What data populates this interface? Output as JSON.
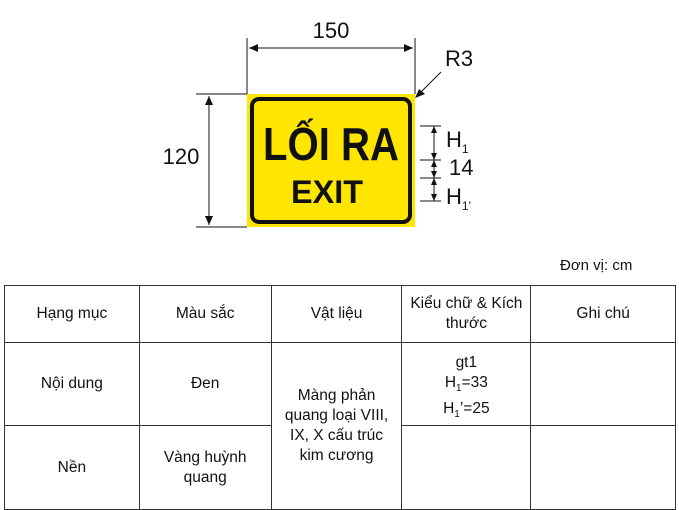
{
  "diagram": {
    "width_label": "150",
    "height_label": "120",
    "radius_label": "R3",
    "h1_label": "H",
    "h1_sub": "1",
    "gap_label": "14",
    "h1p_label": "H",
    "h1p_sub": "1'",
    "sign_line1": "LỐI RA",
    "sign_line2": "EXIT",
    "colors": {
      "background": "#FFE600",
      "border": "#111111",
      "text": "#111111"
    }
  },
  "unit_label": "Đơn vị: cm",
  "table": {
    "headers": [
      "Hạng mục",
      "Màu sắc",
      "Vật liệu",
      "Kiểu chữ & Kích thước",
      "Ghi chú"
    ],
    "rows": [
      {
        "item": "Nội dung",
        "color": "Đen",
        "font_line1": "gt1",
        "font_line2_main": "H",
        "font_line2_sub": "1",
        "font_line2_val": "=33",
        "font_line3_main": "H",
        "font_line3_sub": "1",
        "font_line3_val": "’=25",
        "note": ""
      },
      {
        "item": "Nền",
        "color": "Vàng huỳnh quang",
        "font": "",
        "note": ""
      }
    ],
    "material": "Màng phản quang loại VIII, IX, X cấu trúc kim cương"
  }
}
